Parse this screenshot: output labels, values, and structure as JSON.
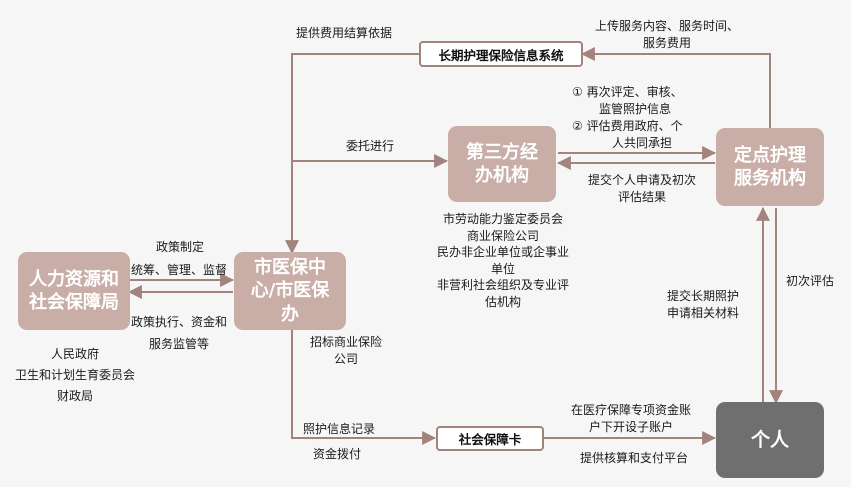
{
  "nodes": {
    "hrss": "人力资源和社会保障局",
    "medical_center": "市医保中心/市医保办",
    "third_party": "第三方经办机构",
    "care_provider": "定点护理服务机构",
    "individual": "个人",
    "info_system": "长期护理保险信息系统",
    "social_card": "社会保障卡"
  },
  "gov_bodies": [
    "人民政府",
    "卫生和计划生育委员会",
    "财政局"
  ],
  "third_party_members": [
    "市劳动能力鉴定委员会",
    "商业保险公司",
    "民办非企业单位或企事业",
    "单位",
    "非营利社会组织及专业评",
    "估机构"
  ],
  "edge_labels": {
    "policy_making": "政策制定",
    "coordination": "统筹、管理、监督",
    "policy_execution": "政策执行、资金和",
    "fund_supervision": "服务监管等",
    "settlement_basis": "提供费用结算依据",
    "upload_line1": "上传服务内容、服务时间、",
    "upload_line2": "服务费用",
    "entrust": "委托进行",
    "reassess_1": "①  再次评定、审核、",
    "reassess_2": "监管照护信息",
    "reassess_3": "②  评估费用政府、个",
    "reassess_4": "人共同承担",
    "submit_apply_1": "提交个人申请及初次",
    "submit_apply_2": "评估结果",
    "initial_assess": "初次评估",
    "submit_material_1": "提交长期照护",
    "submit_material_2": "申请相关材料",
    "tender_1": "招标商业保险",
    "tender_2": "公司",
    "care_record": "照护信息记录",
    "fund_allocate": "资金拨付",
    "account_1": "在医疗保障专项资金账",
    "account_2": "户下开设子账户",
    "platform": "提供核算和支付平台"
  },
  "colors": {
    "node_pink": "#c9ada7",
    "node_grey": "#6f6f6f",
    "line": "#a3837d",
    "background": "#f6f6f6"
  }
}
